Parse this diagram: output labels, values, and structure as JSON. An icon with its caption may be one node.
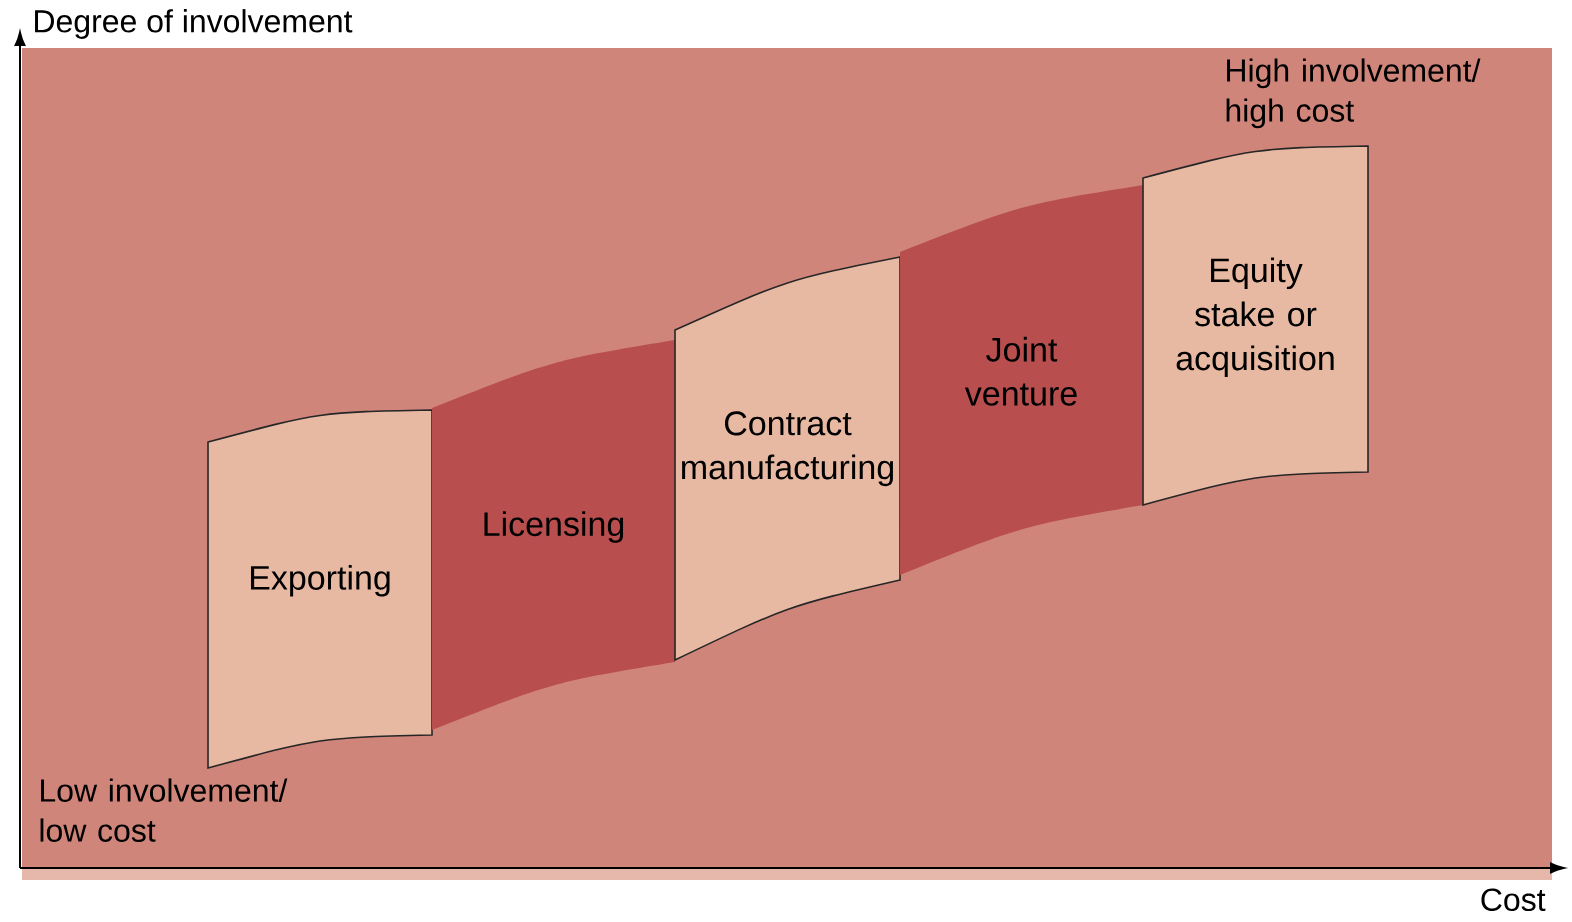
{
  "diagram": {
    "nodes": [
      {
        "text": [
          "Exporting"
        ]
      },
      {
        "text": [
          "Licensing"
        ]
      },
      {
        "text": [
          "Contract manufacturing"
        ]
      },
      {
        "text": [
          "Joint venture"
        ]
      },
      {
        "text": [
          "Equity stake or acquisition"
        ]
      }
    ],
    "labels": [
      "Degree of involvement",
      "High involvement/ high cost",
      "Low involvement/ low cost",
      "Cost"
    ]
  }
}
